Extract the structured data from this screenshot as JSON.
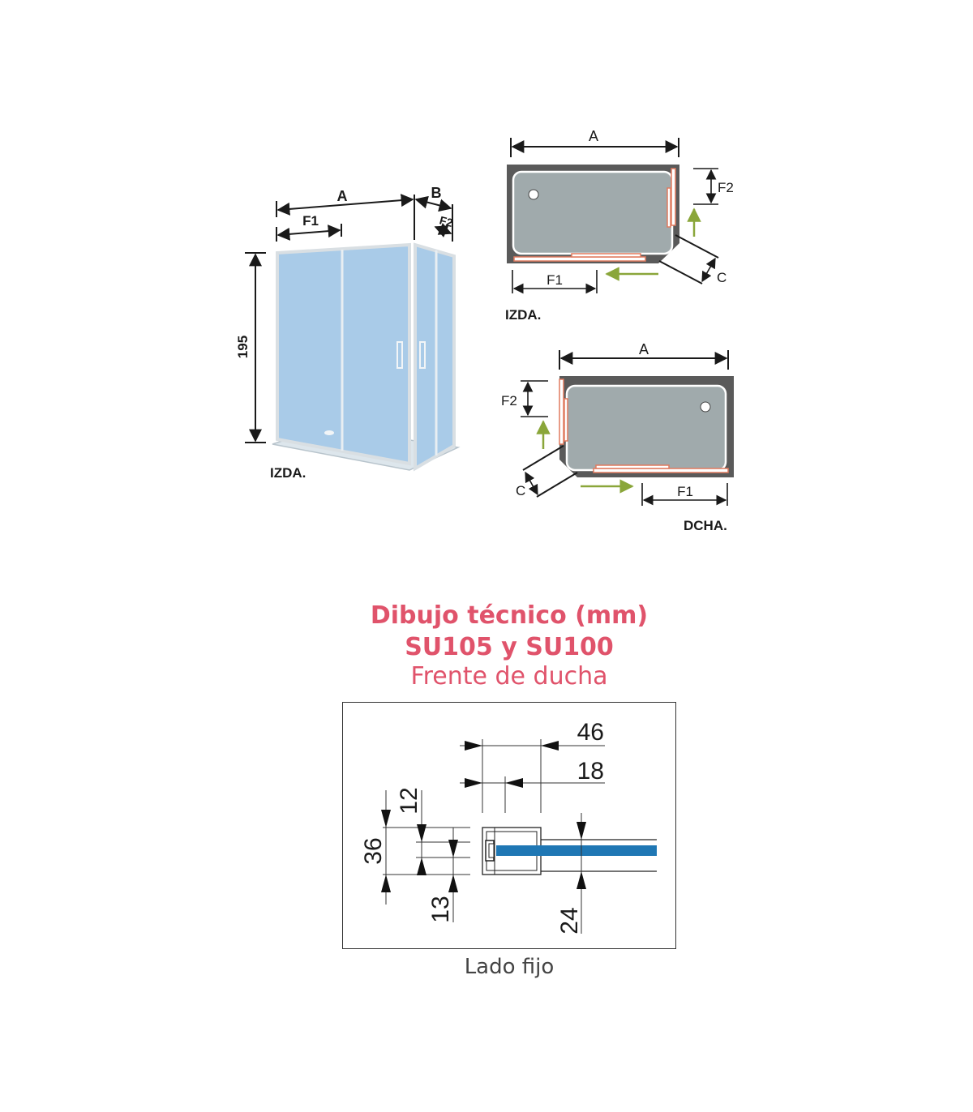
{
  "perspective": {
    "dim_a": "A",
    "dim_b": "B",
    "dim_f1": "F1",
    "dim_f2": "F2",
    "dim_height": "195",
    "side_label": "IZDA."
  },
  "plan_left": {
    "dim_a": "A",
    "dim_f1": "F1",
    "dim_f2": "F2",
    "dim_c": "C",
    "side_label": "IZDA."
  },
  "plan_right": {
    "dim_a": "A",
    "dim_f1": "F1",
    "dim_f2": "F2",
    "dim_c": "C",
    "side_label": "DCHA."
  },
  "title": {
    "line1": "Dibujo técnico (mm)",
    "line2": "SU105 y SU100",
    "line3": "Frente de ducha"
  },
  "detail": {
    "dim_46": "46",
    "dim_18": "18",
    "dim_12": "12",
    "dim_36": "36",
    "dim_13": "13",
    "dim_24": "24",
    "caption": "Lado fijo"
  },
  "colors": {
    "glass": "#a9cbe8",
    "tray": "#9ea7a9",
    "frame": "#5a5a5a",
    "accent": "#e0536b",
    "arrow_green": "#8aa63a",
    "door_orange": "#e07a5f",
    "glass_section": "#1f77b4"
  }
}
